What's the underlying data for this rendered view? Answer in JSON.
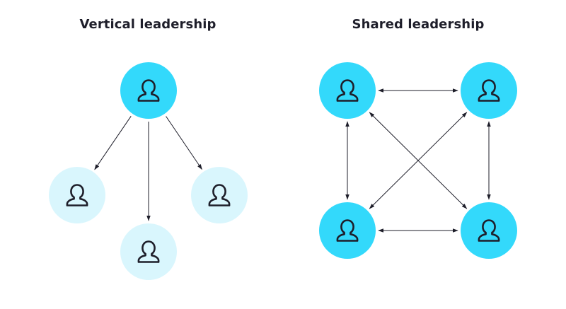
{
  "diagrams": {
    "vertical": {
      "title": "Vertical leadership",
      "nodes": [
        {
          "id": "leader",
          "role": "leader"
        },
        {
          "id": "member-left",
          "role": "member"
        },
        {
          "id": "member-center",
          "role": "member"
        },
        {
          "id": "member-right",
          "role": "member"
        }
      ],
      "edges": [
        {
          "from": "leader",
          "to": "member-left",
          "direction": "one-way"
        },
        {
          "from": "leader",
          "to": "member-center",
          "direction": "one-way"
        },
        {
          "from": "leader",
          "to": "member-right",
          "direction": "one-way"
        }
      ]
    },
    "shared": {
      "title": "Shared leadership",
      "nodes": [
        {
          "id": "top-left",
          "role": "leader"
        },
        {
          "id": "top-right",
          "role": "leader"
        },
        {
          "id": "bottom-left",
          "role": "leader"
        },
        {
          "id": "bottom-right",
          "role": "leader"
        }
      ],
      "edges": [
        {
          "from": "top-left",
          "to": "top-right",
          "direction": "two-way"
        },
        {
          "from": "bottom-left",
          "to": "bottom-right",
          "direction": "two-way"
        },
        {
          "from": "top-left",
          "to": "bottom-left",
          "direction": "two-way"
        },
        {
          "from": "top-right",
          "to": "bottom-right",
          "direction": "two-way"
        },
        {
          "from": "top-left",
          "to": "bottom-right",
          "direction": "two-way"
        },
        {
          "from": "top-right",
          "to": "bottom-left",
          "direction": "two-way"
        }
      ]
    }
  },
  "colors": {
    "leader": "#33d9fb",
    "member": "#d9f6fd",
    "icon": "#1e1e2a",
    "edge": "#1e1e2a"
  },
  "icons": {
    "node": "person-icon"
  }
}
